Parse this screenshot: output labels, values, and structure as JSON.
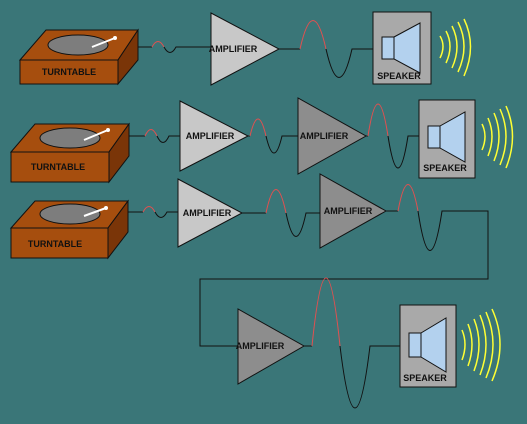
{
  "labels": {
    "turntable_1": "TURNTABLE",
    "turntable_2": "TURNTABLE",
    "turntable_3": "TURNTABLE",
    "amp_1": "AMPLIFIER",
    "amp_2a": "AMPLIFIER",
    "amp_2b": "AMPLIFIER",
    "amp_3a": "AMPLIFIER",
    "amp_3b": "AMPLIFIER",
    "amp_3c": "AMPLIFIER",
    "speaker_1": "SPEAKER",
    "speaker_2": "SPEAKER",
    "speaker_3": "SPEAKER"
  },
  "colors": {
    "background": "#3a7678",
    "turntable_top": "#a64e0e",
    "turntable_side": "#7a3508",
    "platter": "#7d7d7d",
    "amplifier_light": "#c8c8c8",
    "amplifier_dark": "#8d8d8d",
    "speaker_box": "#a9a9a9",
    "speaker_cone": "#b3d1ee",
    "sound_waves": "#ffff33",
    "signal_positive": "#e25050",
    "wire": "#111111"
  }
}
